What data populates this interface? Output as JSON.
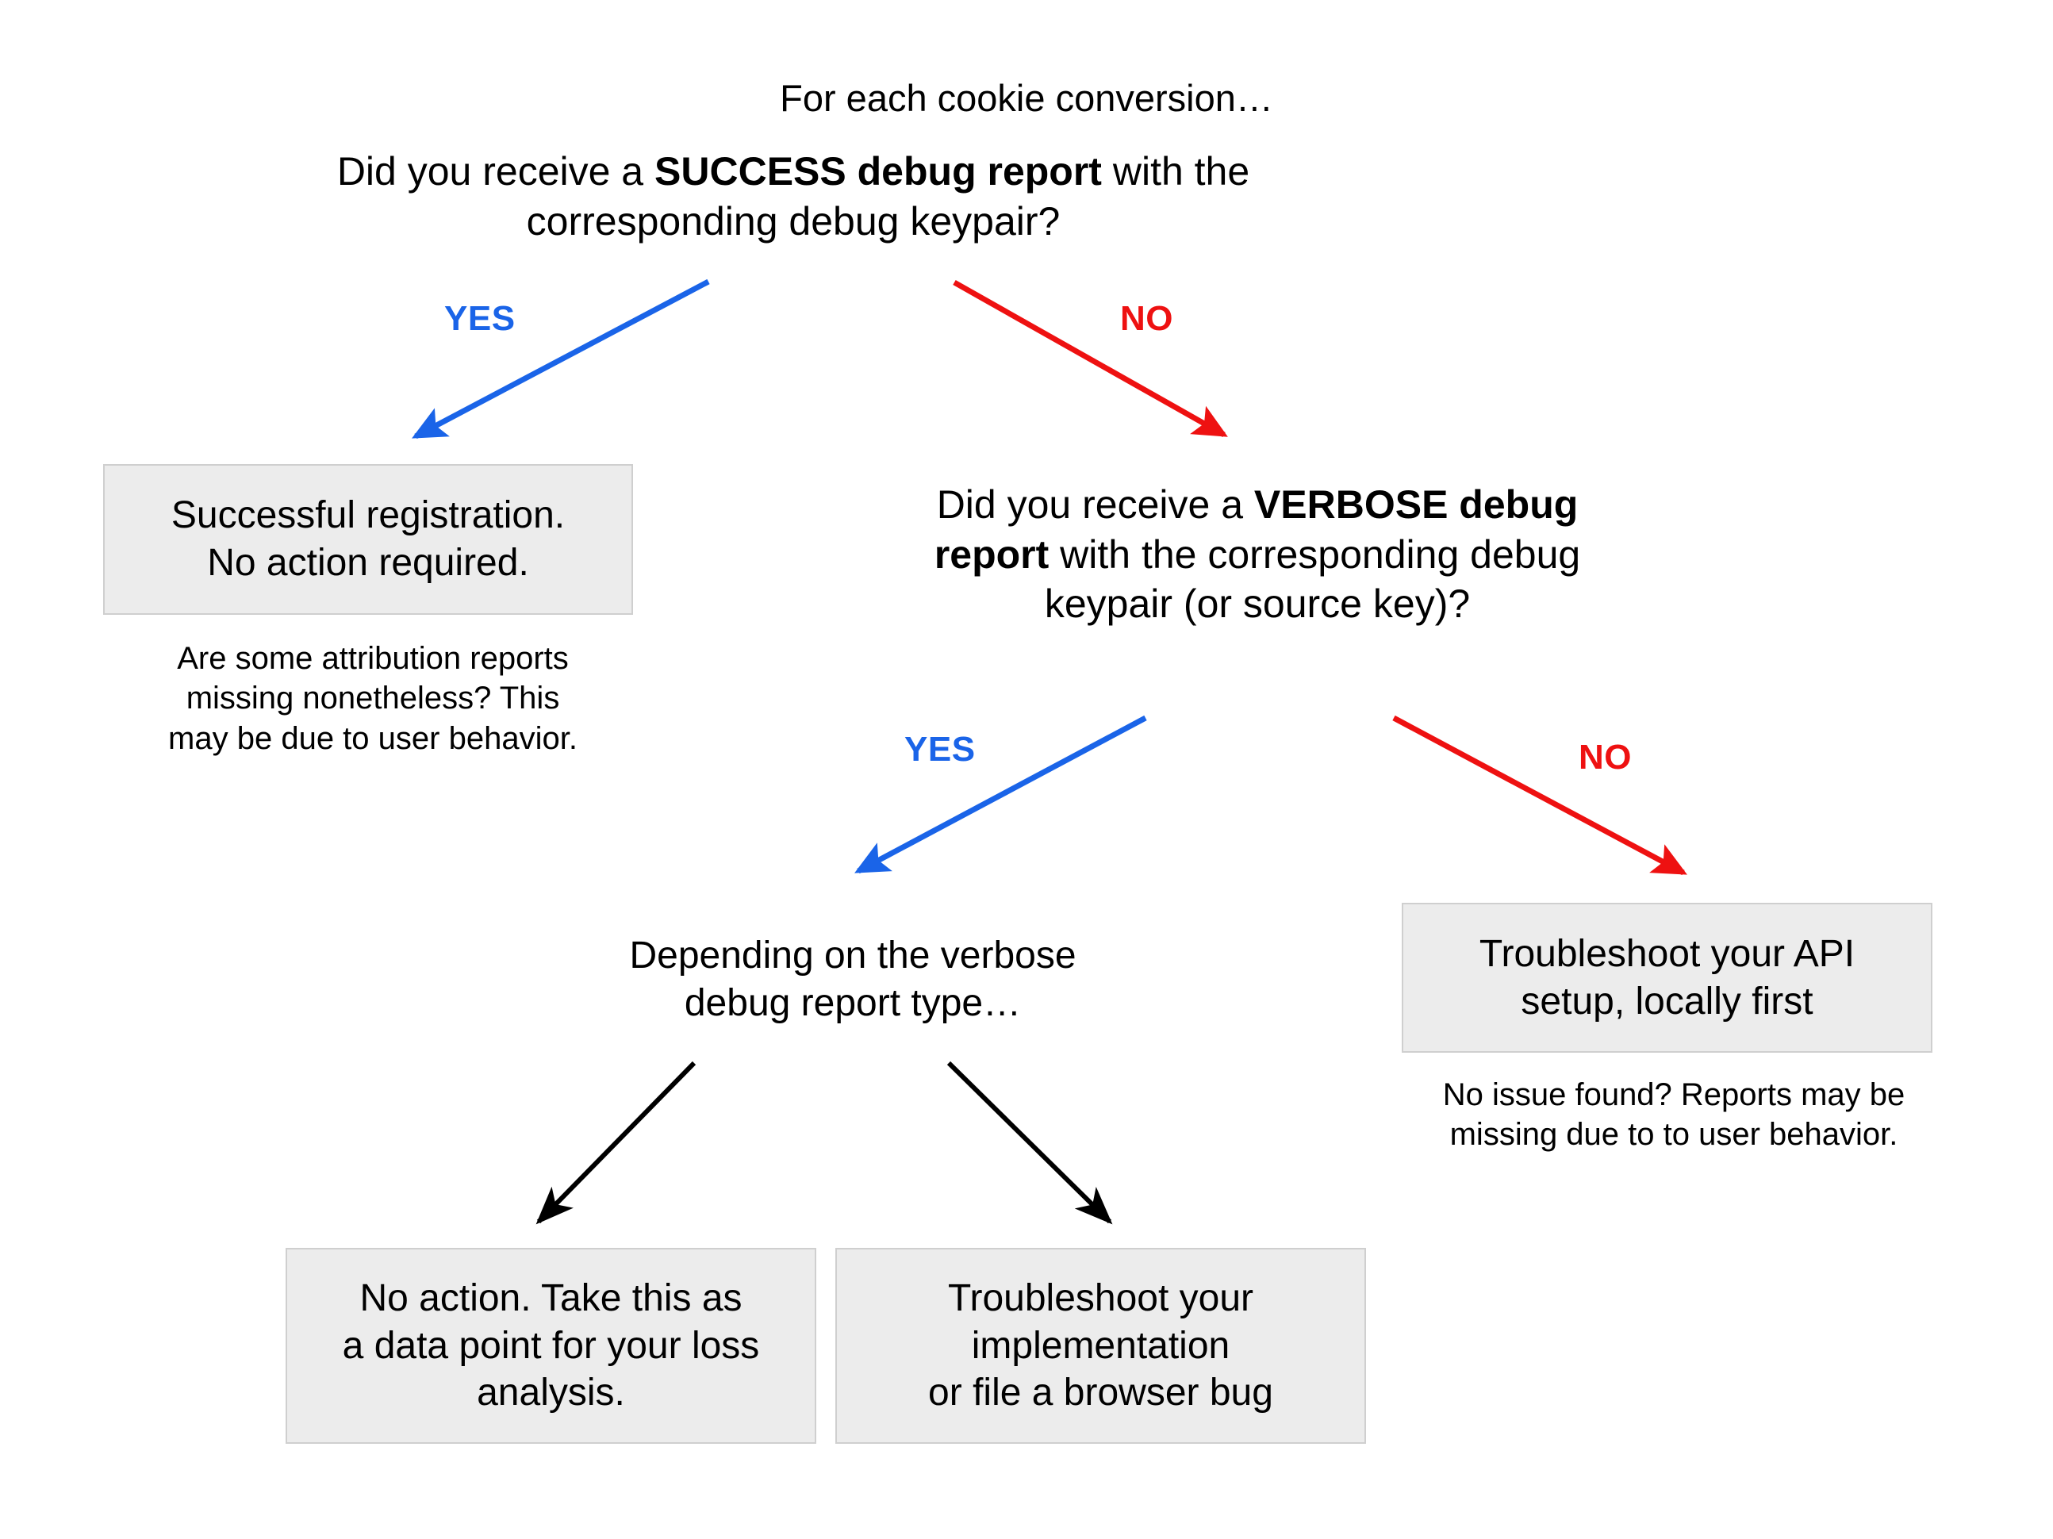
{
  "diagram": {
    "title_intro": "For each cookie conversion…",
    "root_question": {
      "before": "Did you receive a ",
      "bold": "SUCCESS debug report",
      "after": " with the corresponding debug keypair?"
    },
    "verbose_question": {
      "before": "Did you receive a ",
      "bold": "VERBOSE debug report",
      "after": " with the corresponding debug keypair (or source key)?"
    },
    "depending_text": "Depending on the verbose\ndebug report type…",
    "boxes": {
      "success": "Successful registration.\nNo action required.",
      "api_setup": "Troubleshoot your API\nsetup, locally first",
      "no_action": "No action. Take this as\na data point for your loss\nanalysis.",
      "implementation": "Troubleshoot your\nimplementation\nor file a browser bug"
    },
    "notes": {
      "left_note": "Are some attribution reports\nmissing nonetheless? This\nmay be due to user behavior.",
      "api_note": "No issue found? Reports may be\nmissing due to to user behavior."
    },
    "edge_labels": {
      "yes_1": "YES",
      "no_1": "NO",
      "yes_2": "YES",
      "no_2": "NO"
    },
    "colors": {
      "yes": "#1a64e8",
      "no": "#ee1111",
      "neutral_arrow": "#000000",
      "box_fill": "#ececec",
      "box_border": "#cfcfcf",
      "background": "#ffffff",
      "text": "#000000"
    }
  }
}
